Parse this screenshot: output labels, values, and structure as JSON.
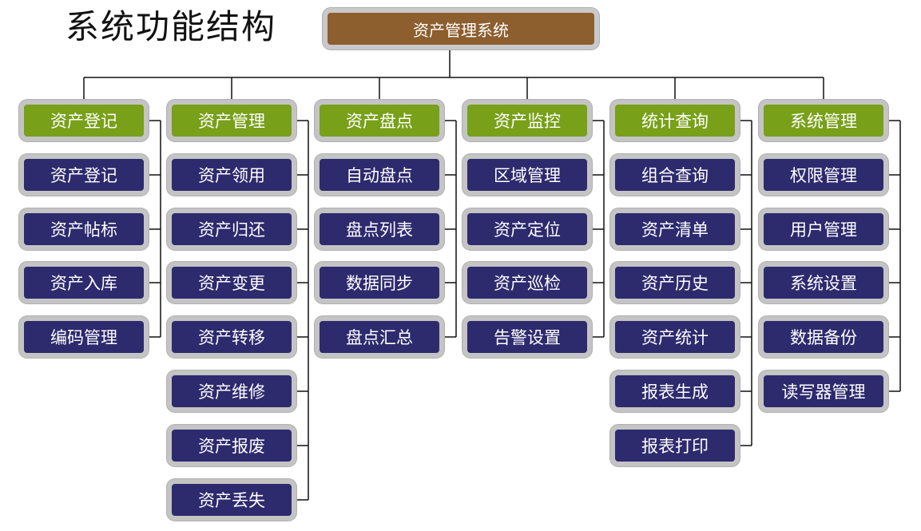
{
  "title": "系统功能结构",
  "root": "资产管理系统",
  "colors": {
    "root": "#8d5e2e",
    "category": "#78a019",
    "item": "#2d2a6e",
    "frame": "#c4c4c4",
    "line": "#111111"
  },
  "columns": [
    {
      "header": "资产登记",
      "items": [
        "资产登记",
        "资产帖标",
        "资产入库",
        "编码管理"
      ]
    },
    {
      "header": "资产管理",
      "items": [
        "资产领用",
        "资产归还",
        "资产变更",
        "资产转移",
        "资产维修",
        "资产报废",
        "资产丢失"
      ]
    },
    {
      "header": "资产盘点",
      "items": [
        "自动盘点",
        "盘点列表",
        "数据同步",
        "盘点汇总"
      ]
    },
    {
      "header": "资产监控",
      "items": [
        "区域管理",
        "资产定位",
        "资产巡检",
        "告警设置"
      ]
    },
    {
      "header": "统计查询",
      "items": [
        "组合查询",
        "资产清单",
        "资产历史",
        "资产统计",
        "报表生成",
        "报表打印"
      ]
    },
    {
      "header": "系统管理",
      "items": [
        "权限管理",
        "用户管理",
        "系统设置",
        "数据备份",
        "读写器管理"
      ]
    }
  ]
}
